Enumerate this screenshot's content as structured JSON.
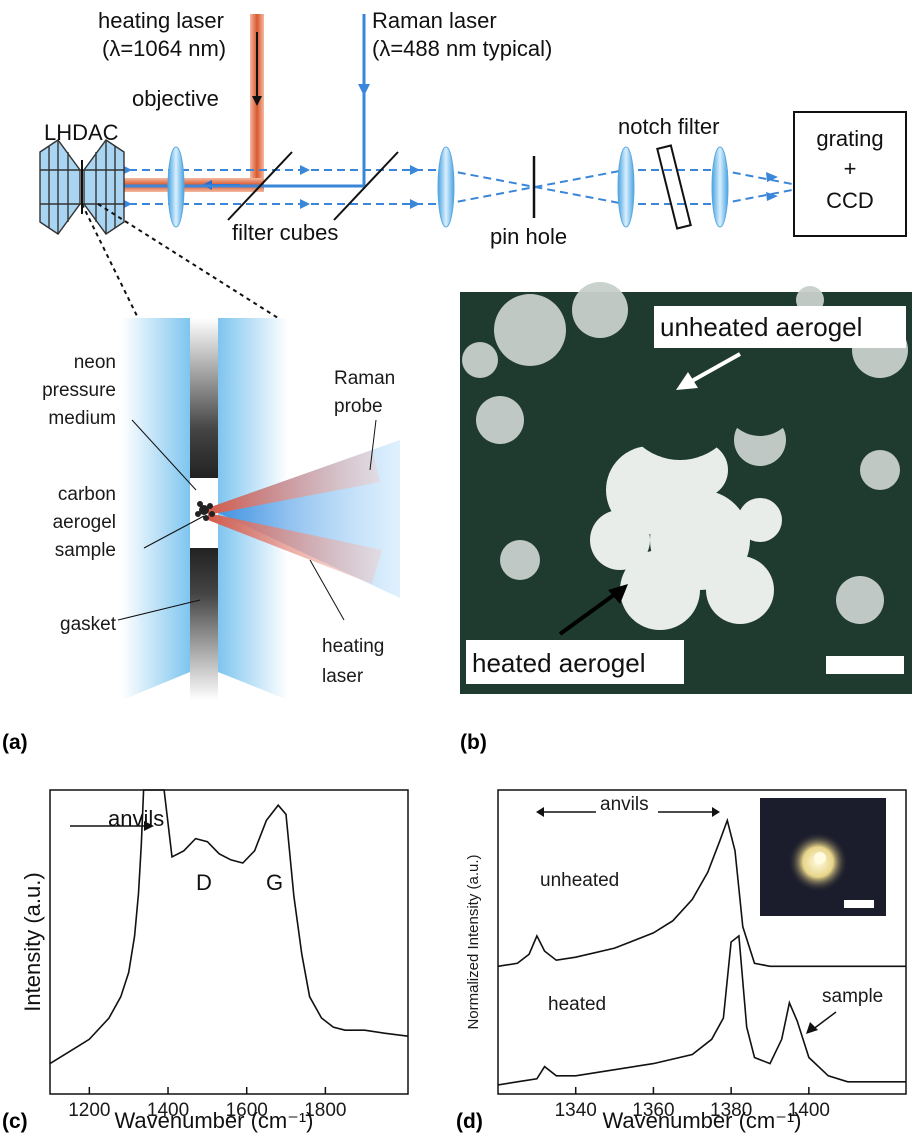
{
  "panel_labels": {
    "a": "(a)",
    "b": "(b)",
    "c": "(c)",
    "d": "(d)"
  },
  "setup": {
    "heating_laser": "heating laser",
    "heating_wavelength": "(λ=1064 nm)",
    "raman_laser": "Raman laser",
    "raman_wavelength": "(λ=488 nm typical)",
    "objective": "objective",
    "lhdac": "LHDAC",
    "filter_cubes": "filter cubes",
    "pin_hole": "pin hole",
    "notch_filter": "notch filter",
    "grating": "grating",
    "plus": "+",
    "ccd": "CCD"
  },
  "detail": {
    "neon": [
      "neon",
      "pressure",
      "medium"
    ],
    "sample": [
      "carbon",
      "aerogel",
      "sample"
    ],
    "gasket": "gasket",
    "raman_probe": [
      "Raman",
      "probe"
    ],
    "heating_laser": [
      "heating",
      "laser"
    ]
  },
  "micrograph": {
    "unheated": "unheated aerogel",
    "heated": "heated aerogel"
  },
  "chart_data": [
    {
      "type": "line",
      "panel": "c",
      "xlabel": "Wavenumber (cm⁻¹)",
      "ylabel": "Intensity (a.u.)",
      "xlim": [
        1100,
        2010
      ],
      "ylim": [
        0,
        100
      ],
      "xticks": [
        1200,
        1400,
        1600,
        1800
      ],
      "annotations": [
        "anvils",
        "D",
        "G"
      ],
      "series": [
        {
          "x": [
            1100,
            1150,
            1200,
            1250,
            1280,
            1300,
            1315,
            1325,
            1332,
            1338,
            1345,
            1360,
            1370,
            1380,
            1390,
            1410,
            1440,
            1470,
            1500,
            1530,
            1560,
            1590,
            1620,
            1650,
            1680,
            1700,
            1720,
            1740,
            1760,
            1790,
            1820,
            1850,
            1900,
            1950,
            2010
          ],
          "y": [
            10,
            14,
            18,
            25,
            32,
            40,
            52,
            66,
            82,
            100,
            100,
            100,
            100,
            100,
            100,
            78,
            80,
            84,
            83,
            79,
            77,
            76,
            80,
            90,
            95,
            92,
            65,
            46,
            32,
            25,
            22,
            21,
            21,
            20,
            19
          ]
        }
      ]
    },
    {
      "type": "line",
      "panel": "d",
      "xlabel": "Wavenumber (cm⁻¹)",
      "ylabel": "Normalized Intensity (a.u.)",
      "xlim": [
        1320,
        1425
      ],
      "ylim": [
        0,
        100
      ],
      "xticks": [
        1340,
        1360,
        1380,
        1400
      ],
      "annotations": [
        "anvils",
        "unheated",
        "heated",
        "sample"
      ],
      "series": [
        {
          "name": "unheated",
          "x": [
            1320,
            1325,
            1328,
            1330,
            1332,
            1335,
            1340,
            1350,
            1360,
            1365,
            1370,
            1374,
            1377,
            1379,
            1381,
            1383,
            1386,
            1390,
            1400,
            1410,
            1425
          ],
          "y": [
            42,
            43,
            46,
            52,
            47,
            44,
            45,
            48,
            53,
            57,
            64,
            73,
            83,
            90,
            80,
            55,
            43,
            42,
            42,
            42,
            42
          ]
        },
        {
          "name": "heated",
          "x": [
            1320,
            1325,
            1330,
            1332,
            1335,
            1340,
            1350,
            1360,
            1370,
            1375,
            1378,
            1380,
            1382,
            1384,
            1386,
            1390,
            1393,
            1395,
            1397,
            1400,
            1405,
            1410,
            1425
          ],
          "y": [
            3,
            4,
            5,
            9,
            6,
            6,
            8,
            10,
            13,
            18,
            25,
            50,
            52,
            22,
            12,
            10,
            18,
            30,
            24,
            12,
            6,
            4,
            4
          ]
        }
      ]
    }
  ]
}
